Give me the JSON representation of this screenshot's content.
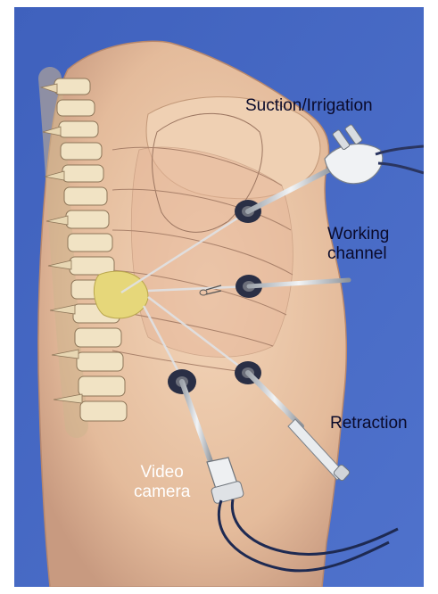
{
  "labels": {
    "suction_irrigation": "Suction/Irrigation",
    "working_channel_line1": "Working",
    "working_channel_line2": "channel",
    "retraction": "Retraction",
    "video_camera_line1": "Video",
    "video_camera_line2": "camera"
  },
  "colors": {
    "background_blue": "#4a6bc4",
    "skin": "#e9c7a8",
    "skin_shadow": "#c99a7d",
    "bone": "#efe0bf",
    "port_ring": "#2a2f45",
    "instrument_steel": "#cfd3d8"
  }
}
